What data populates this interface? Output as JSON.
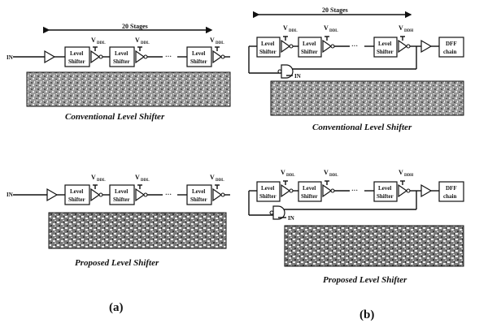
{
  "panel_a": {
    "stages_label": "20 Stages",
    "in_label": "IN",
    "vddl_label": "V",
    "vddl_sub": "DDL",
    "block_line1": "Level",
    "block_line2": "Shifter",
    "ellipsis": "···",
    "conventional_caption": "Conventional Level Shifter",
    "proposed_caption": "Proposed Level Shifter",
    "label": "(a)"
  },
  "panel_b": {
    "stages_label": "20 Stages",
    "in_label": "IN",
    "vddl_label": "V",
    "vddl_sub": "DDL",
    "vddh_sub": "DDH",
    "block_line1": "Level",
    "block_line2": "Shifter",
    "dff_line1": "DFF",
    "dff_line2": "chain",
    "ellipsis": "···",
    "conventional_caption": "Conventional Level Shifter",
    "proposed_caption": "Proposed Level Shifter",
    "label": "(b)"
  }
}
